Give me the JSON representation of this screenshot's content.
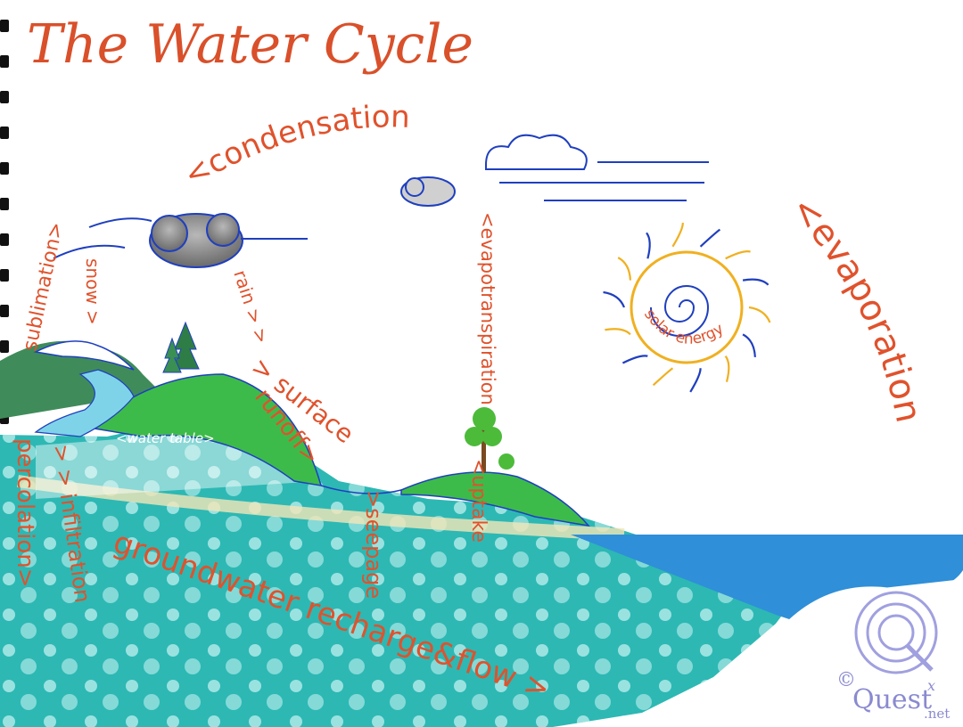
{
  "title": "The Water Cycle",
  "labels": {
    "condensation": "<condensation",
    "evaporation": "<evaporation",
    "evapotranspiration": "<evapotranspiration",
    "sublimation": "sublimation>",
    "snow": "snow >",
    "rain": "rain > >",
    "surface": "> surface",
    "runoff": "runoff>",
    "water_table": "<water table>",
    "percolation": "percolation>",
    "infiltration": "> > infiltration",
    "seepage": ">seepage",
    "uptake": "<uptake",
    "groundwater": "groundwater recharge&flow >",
    "solar_energy": "solar energy"
  },
  "logo": {
    "copyright": "©",
    "name": "Quest",
    "superscript": "x",
    "domain": ".net"
  },
  "colors": {
    "label": "#e0522c",
    "groundwater": "#2db8b4",
    "ocean": "#2f8fd8",
    "land": "#3dbb4a",
    "mountain": "#3f8c5a",
    "cloud_outline": "#1f3fbf",
    "sun": "#f0b020"
  }
}
